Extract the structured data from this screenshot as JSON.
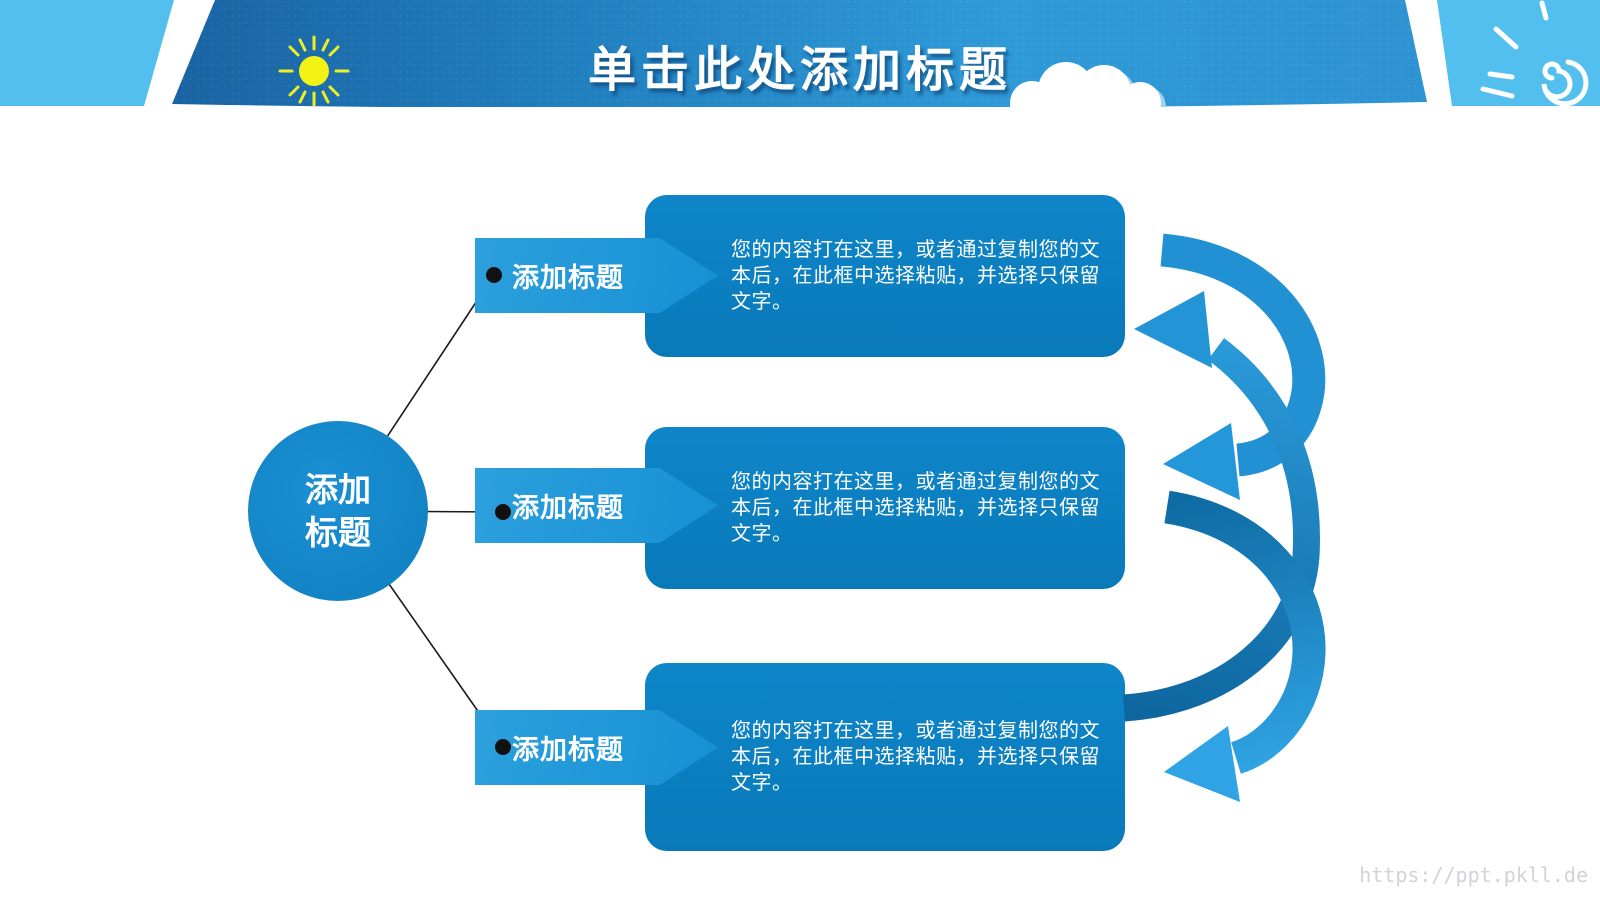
{
  "header": {
    "title": "单击此处添加标题"
  },
  "diagram": {
    "center": {
      "line1": "添加",
      "line2": "标题"
    },
    "branches": [
      {
        "label": "添加标题",
        "body": "您的内容打在这里，或者通过复制您的文本后，在此框中选择粘贴，并选择只保留文字。"
      },
      {
        "label": "添加标题",
        "body": "您的内容打在这里，或者通过复制您的文本后，在此框中选择粘贴，并选择只保留文字。"
      },
      {
        "label": "添加标题",
        "body": "您的内容打在这里，或者通过复制您的文本后，在此框中选择粘贴，并选择只保留文字。"
      }
    ]
  },
  "footer": {
    "watermark": "https://ppt.pkll.de"
  },
  "icons": {
    "sun": "sun-icon",
    "cloud": "cloud-icon",
    "spiral_sun": "spiral-sun-icon",
    "curved_arrows": [
      "curved-arrow-top-icon",
      "curved-arrow-return-icon",
      "curved-arrow-bottom-icon"
    ]
  },
  "colors": {
    "header_light_blue": "#53bfee",
    "header_dark_left": "#1a63a3",
    "header_dark_right": "#2e93d2",
    "content_box_blue": "#0b80c2",
    "label_arrow_blue": "#2095d7",
    "circle_blue": "#1587cb",
    "arrow_medium": "#2191d3",
    "arrow_dark": "#0e669f",
    "arrow_light": "#2fa3e3",
    "sun_yellow": "#f2f215",
    "watermark_gray": "#d2d2d8",
    "connector_black": "#1a1a1a"
  }
}
